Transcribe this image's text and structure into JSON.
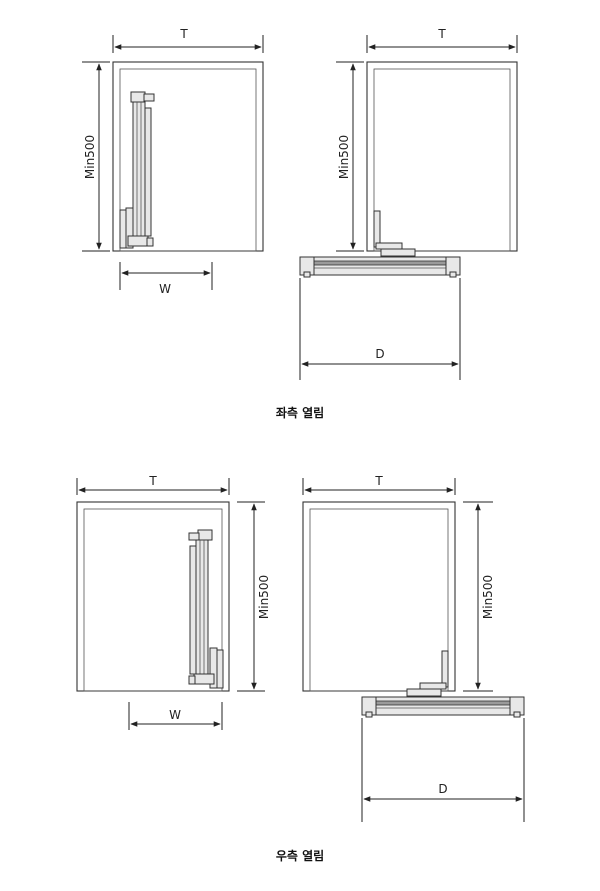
{
  "top_section": {
    "left_view": {
      "width_label": "T",
      "height_label": "Min500",
      "depth_label": "W"
    },
    "right_view": {
      "width_label": "T",
      "height_label": "Min500",
      "extension_label": "D"
    },
    "caption": "좌측 열림"
  },
  "bottom_section": {
    "left_view": {
      "width_label": "T",
      "height_label": "Min500",
      "depth_label": "W"
    },
    "right_view": {
      "width_label": "T",
      "height_label": "Min500",
      "extension_label": "D"
    },
    "caption": "우측 열림"
  },
  "colors": {
    "line": "#222222",
    "rail_fill": "#e8e8e8"
  }
}
